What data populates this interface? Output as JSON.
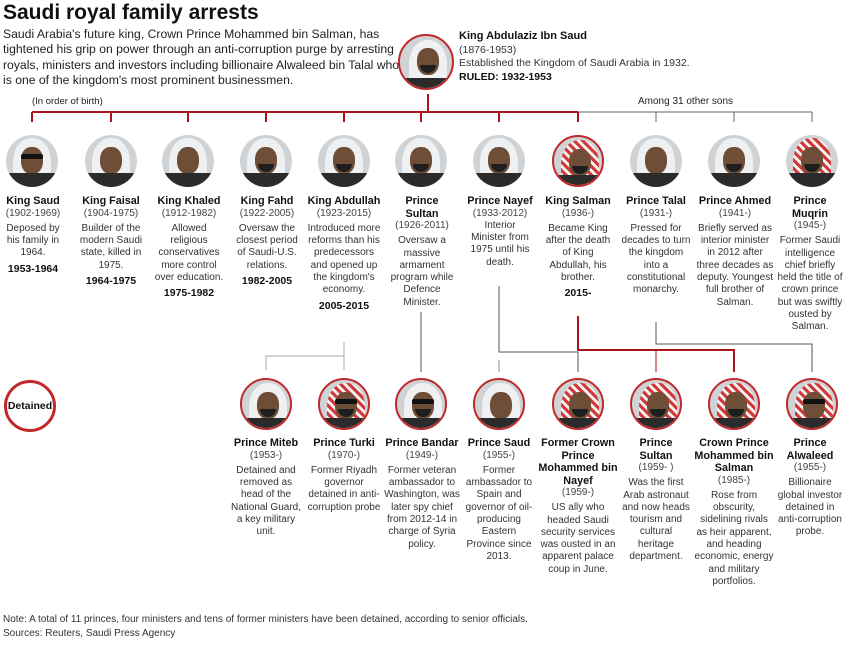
{
  "title": "Saudi royal family arrests",
  "intro": "Saudi Arabia's future king, Crown Prince Mohammed bin Salman, has tightened his grip on power through an anti-corruption purge by arresting royals, ministers and investors including billionaire Alwaleed bin Talal who is one of the kingdom's most prominent businessmen.",
  "founder": {
    "name": "King Abdulaziz Ibn Saud",
    "years": "(1876-1953)",
    "desc": "Established the Kingdom of Saudi Arabia in 1932.",
    "ruled": "RULED: 1932-1953"
  },
  "birth_order_note": "(In order of birth)",
  "other_sons_note": "Among 31 other sons",
  "detained_label": "Detained",
  "sons": [
    {
      "name": "King Saud",
      "years": "(1902-1969)",
      "desc": "Deposed by his family in 1964.",
      "reign": "1953-1964"
    },
    {
      "name": "King Faisal",
      "years": "(1904-1975)",
      "desc": "Builder of the modern Saudi state, killed in 1975.",
      "reign": "1964-1975"
    },
    {
      "name": "King Khaled",
      "years": "(1912-1982)",
      "desc": "Allowed religious conservatives more control over education.",
      "reign": "1975-1982"
    },
    {
      "name": "King Fahd",
      "years": "(1922-2005)",
      "desc": "Oversaw the closest period of Saudi-U.S. relations.",
      "reign": "1982-2005"
    },
    {
      "name": "King Abdullah",
      "years": "(1923-2015)",
      "desc": "Introduced more reforms than his predecessors and opened up the kingdom's economy.",
      "reign": "2005-2015"
    },
    {
      "name": "Prince Sultan",
      "years": "(1926-2011)",
      "desc": "Oversaw a massive armament program while Defence Minister.",
      "reign": ""
    },
    {
      "name": "Prince Nayef",
      "years": "(1933-2012)",
      "desc": "Interior Minister from 1975 until his death.",
      "reign": ""
    },
    {
      "name": "King Salman",
      "years": "(1936-)",
      "desc": "Became King after the death of King Abdullah, his brother.",
      "reign": "2015-"
    },
    {
      "name": "Prince Talal",
      "years": "(1931-)",
      "desc": "Pressed for decades to turn the kingdom into a constitutional monarchy.",
      "reign": ""
    },
    {
      "name": "Prince Ahmed",
      "years": "(1941-)",
      "desc": "Briefly served as interior minister in 2012 after three decades as deputy. Youngest full brother of Salman.",
      "reign": ""
    },
    {
      "name": "Prince Muqrin",
      "years": "(1945-)",
      "desc": "Former Saudi intelligence chief briefly held the title of crown prince but was swiftly ousted by Salman.",
      "reign": ""
    }
  ],
  "grandsons": [
    {
      "name": "Prince Miteb",
      "years": "(1953-)",
      "desc": "Detained and removed as head of the National Guard, a key military unit."
    },
    {
      "name": "Prince Turki",
      "years": "(1970-)",
      "desc": "Former Riyadh governor detained in anti-corruption probe"
    },
    {
      "name": "Prince Bandar",
      "years": "(1949-)",
      "desc": "Former veteran ambassador to Washington, was later spy chief from 2012-14 in charge of Syria policy."
    },
    {
      "name": "Prince Saud",
      "years": "(1955-)",
      "desc": "Former ambassador to Spain and governor of oil-producing Eastern Province since 2013."
    },
    {
      "name": "Former Crown Prince Mohammed bin Nayef",
      "years": "(1959-)",
      "desc": "US ally who headed Saudi security services was ousted in an apparent palace coup in June."
    },
    {
      "name": "Prince Sultan",
      "years": "(1959- )",
      "desc": "Was the first Arab astronaut and now heads tourism and cultural heritage department."
    },
    {
      "name": "Crown Prince Mohammed bin Salman",
      "years": "(1985-)",
      "desc": "Rose from obscurity, sidelining rivals as heir apparent, and heading economic, energy and military portfolios."
    },
    {
      "name": "Prince Alwaleed",
      "years": "(1955-)",
      "desc": "Billionaire global investor detained in anti-corruption probe."
    }
  ],
  "note": "Note: A total of 11 princes, four ministers and tens of former ministers have been detained, according to  senior officials.",
  "sources": "Sources: Reuters, Saudi Press Agency",
  "colors": {
    "accent": "#a8141a",
    "connector": "#555555",
    "light_connector": "#aaaaaa"
  }
}
